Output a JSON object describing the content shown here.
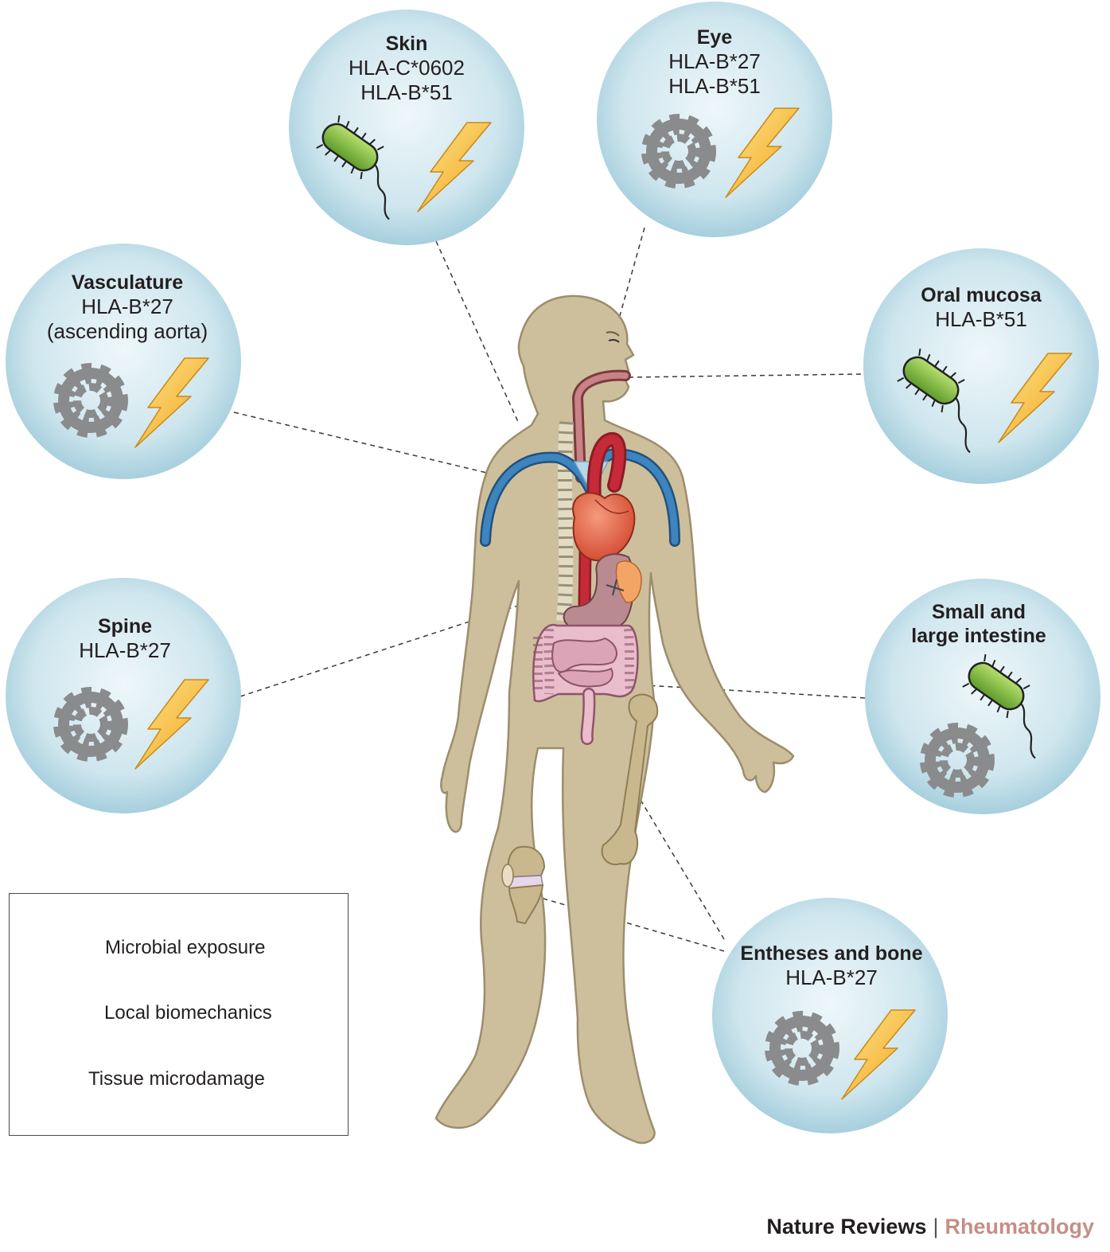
{
  "sites": [
    {
      "id": "skin",
      "title": "Skin",
      "hla": [
        "HLA-C*0602",
        "HLA-B*51"
      ],
      "icons": [
        "bacterium-icon",
        "lightning-icon"
      ]
    },
    {
      "id": "eye",
      "title": "Eye",
      "hla": [
        "HLA-B*27",
        "HLA-B*51"
      ],
      "icons": [
        "gear-icon",
        "lightning-icon"
      ]
    },
    {
      "id": "vasculature",
      "title": "Vasculature",
      "hla": [
        "HLA-B*27",
        "(ascending aorta)"
      ],
      "icons": [
        "gear-icon",
        "lightning-icon"
      ]
    },
    {
      "id": "oral-mucosa",
      "title": "Oral mucosa",
      "hla": [
        "HLA-B*51"
      ],
      "icons": [
        "bacterium-icon",
        "lightning-icon"
      ]
    },
    {
      "id": "spine",
      "title": "Spine",
      "hla": [
        "HLA-B*27"
      ],
      "icons": [
        "gear-icon",
        "lightning-icon"
      ]
    },
    {
      "id": "intestine",
      "title": "Small and",
      "title2": "large intestine",
      "hla": [],
      "icons": [
        "bacterium-icon",
        "gear-icon"
      ]
    },
    {
      "id": "entheses",
      "title": "Entheses and bone",
      "hla": [
        "HLA-B*27"
      ],
      "icons": [
        "gear-icon",
        "lightning-icon"
      ]
    }
  ],
  "legend": {
    "items": [
      {
        "icon": "bacterium-icon",
        "label": "Microbial exposure"
      },
      {
        "icon": "gear-icon",
        "label": "Local biomechanics"
      },
      {
        "icon": "lightning-icon",
        "label": "Tissue microdamage"
      }
    ]
  },
  "credit": {
    "publisher": "Nature Reviews",
    "separator": "|",
    "journal": "Rheumatology"
  },
  "colors": {
    "bubble_center": "#eaf5f9",
    "bubble_edge": "#a9d2df",
    "bacterium": "#7dbb3c",
    "gear": "#8a8b8d",
    "lightning": "#f7b52c",
    "skin_tone": "#cdbf9c",
    "heart": "#e2644a",
    "artery": "#b8202f",
    "vein": "#2c6fa3",
    "intestine": "#e3b4c4"
  }
}
